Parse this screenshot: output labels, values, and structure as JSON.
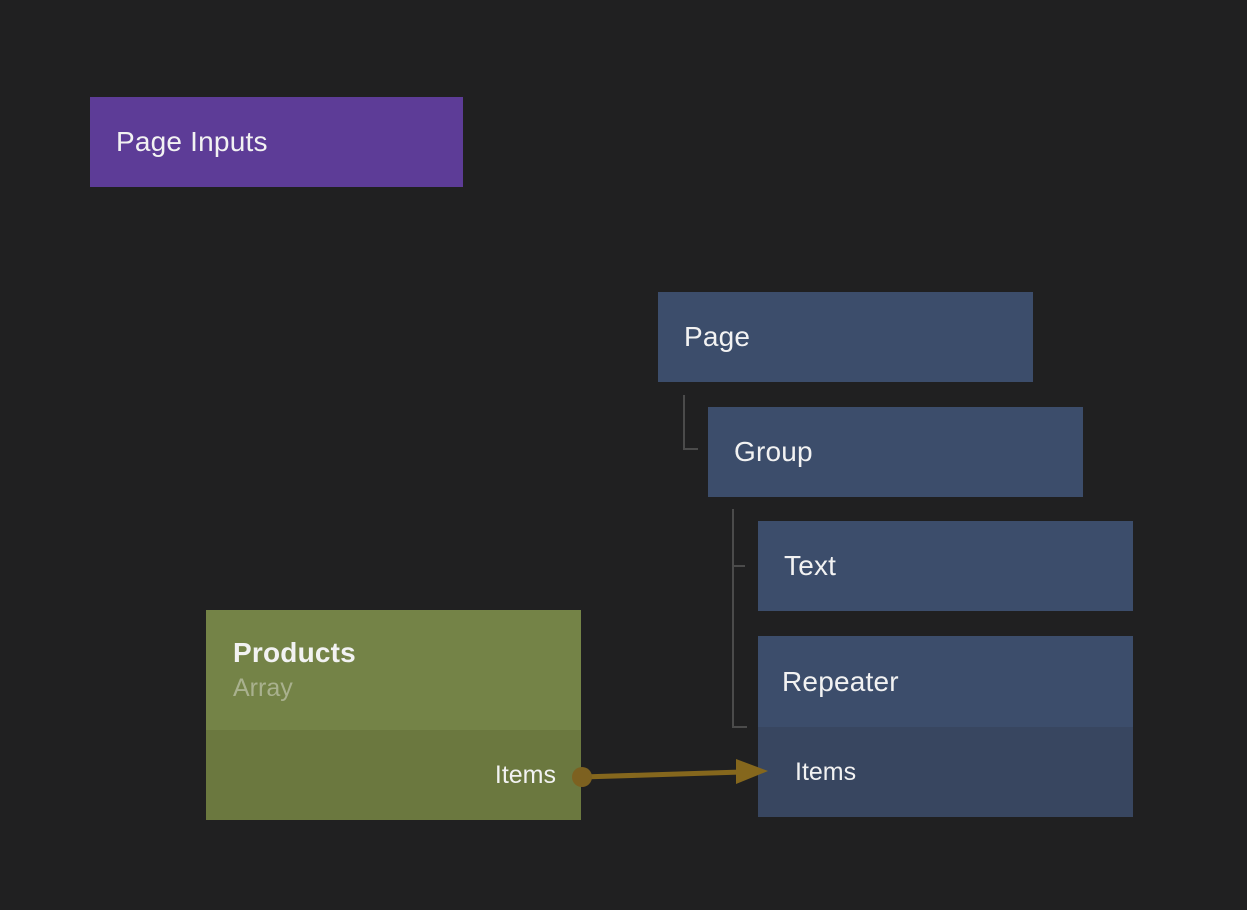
{
  "colors": {
    "background": "#202021",
    "node_blue": "#3c4d6b",
    "node_blue_port_row": "#384660",
    "node_purple": "#5d3c97",
    "node_olive_header": "#748347",
    "node_olive_port_row": "#6b783f",
    "tree_connector": "#4b4b4b",
    "binding_wire": "#85671d",
    "title_text": "#f2f2f2",
    "subtitle_text": "#a9b18e"
  },
  "nodes": {
    "page_inputs": {
      "title": "Page Inputs"
    },
    "page": {
      "title": "Page"
    },
    "group": {
      "title": "Group"
    },
    "text": {
      "title": "Text"
    },
    "repeater": {
      "title": "Repeater",
      "items_port_label": "Items"
    },
    "products": {
      "title": "Products",
      "subtitle": "Array",
      "items_port_label": "Items"
    }
  },
  "connection": {
    "from_port": "Items",
    "to_port": "Items"
  }
}
